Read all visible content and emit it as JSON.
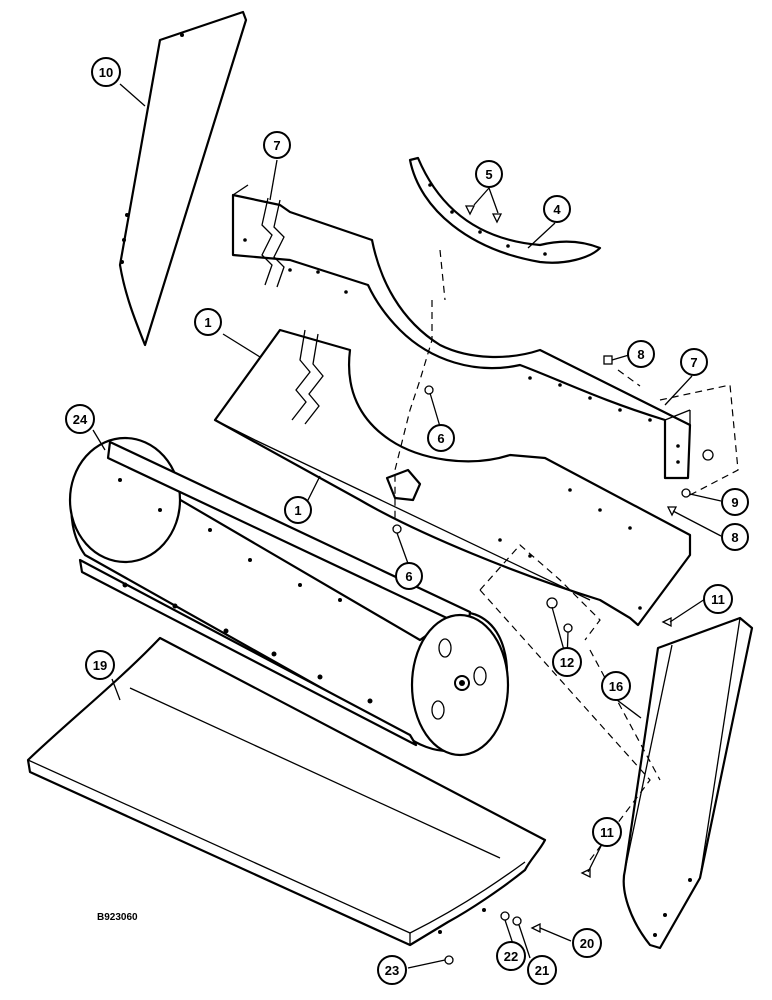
{
  "drawing_reference": "B923060",
  "callouts": [
    {
      "label": "10"
    },
    {
      "label": "7"
    },
    {
      "label": "5"
    },
    {
      "label": "4"
    },
    {
      "label": "1"
    },
    {
      "label": "8"
    },
    {
      "label": "7"
    },
    {
      "label": "6"
    },
    {
      "label": "24"
    },
    {
      "label": "1"
    },
    {
      "label": "9"
    },
    {
      "label": "8"
    },
    {
      "label": "6"
    },
    {
      "label": "11"
    },
    {
      "label": "12"
    },
    {
      "label": "19"
    },
    {
      "label": "16"
    },
    {
      "label": "11"
    },
    {
      "label": "20"
    },
    {
      "label": "22"
    },
    {
      "label": "21"
    },
    {
      "label": "23"
    }
  ]
}
